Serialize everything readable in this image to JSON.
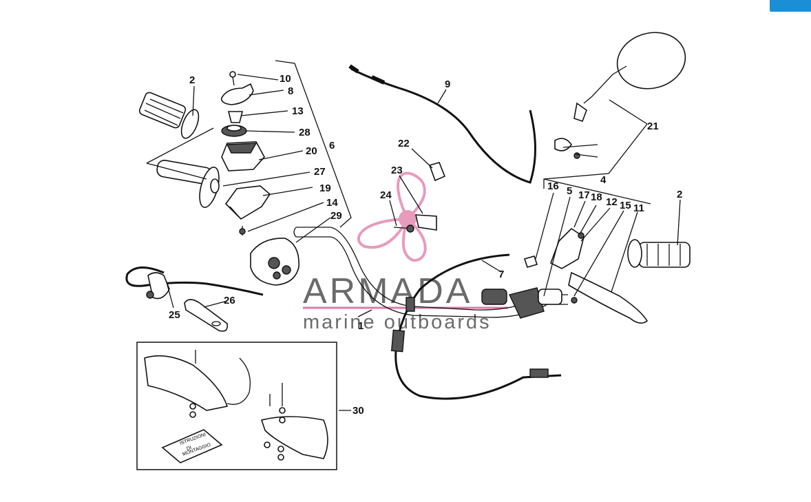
{
  "corner_button": {
    "label": ""
  },
  "watermark": {
    "title": "ARMADA",
    "subtitle": "marine outboards",
    "accent_color": "#e07aa8"
  },
  "callouts": [
    "1",
    "2",
    "2",
    "4",
    "5",
    "6",
    "7",
    "8",
    "9",
    "10",
    "11",
    "12",
    "13",
    "14",
    "15",
    "16",
    "17",
    "18",
    "19",
    "20",
    "21",
    "22",
    "23",
    "24",
    "25",
    "26",
    "27",
    "28",
    "29",
    "30"
  ],
  "booklet_text": [
    "ISTRUZIONI",
    "DI",
    "MONTAGGIO"
  ]
}
